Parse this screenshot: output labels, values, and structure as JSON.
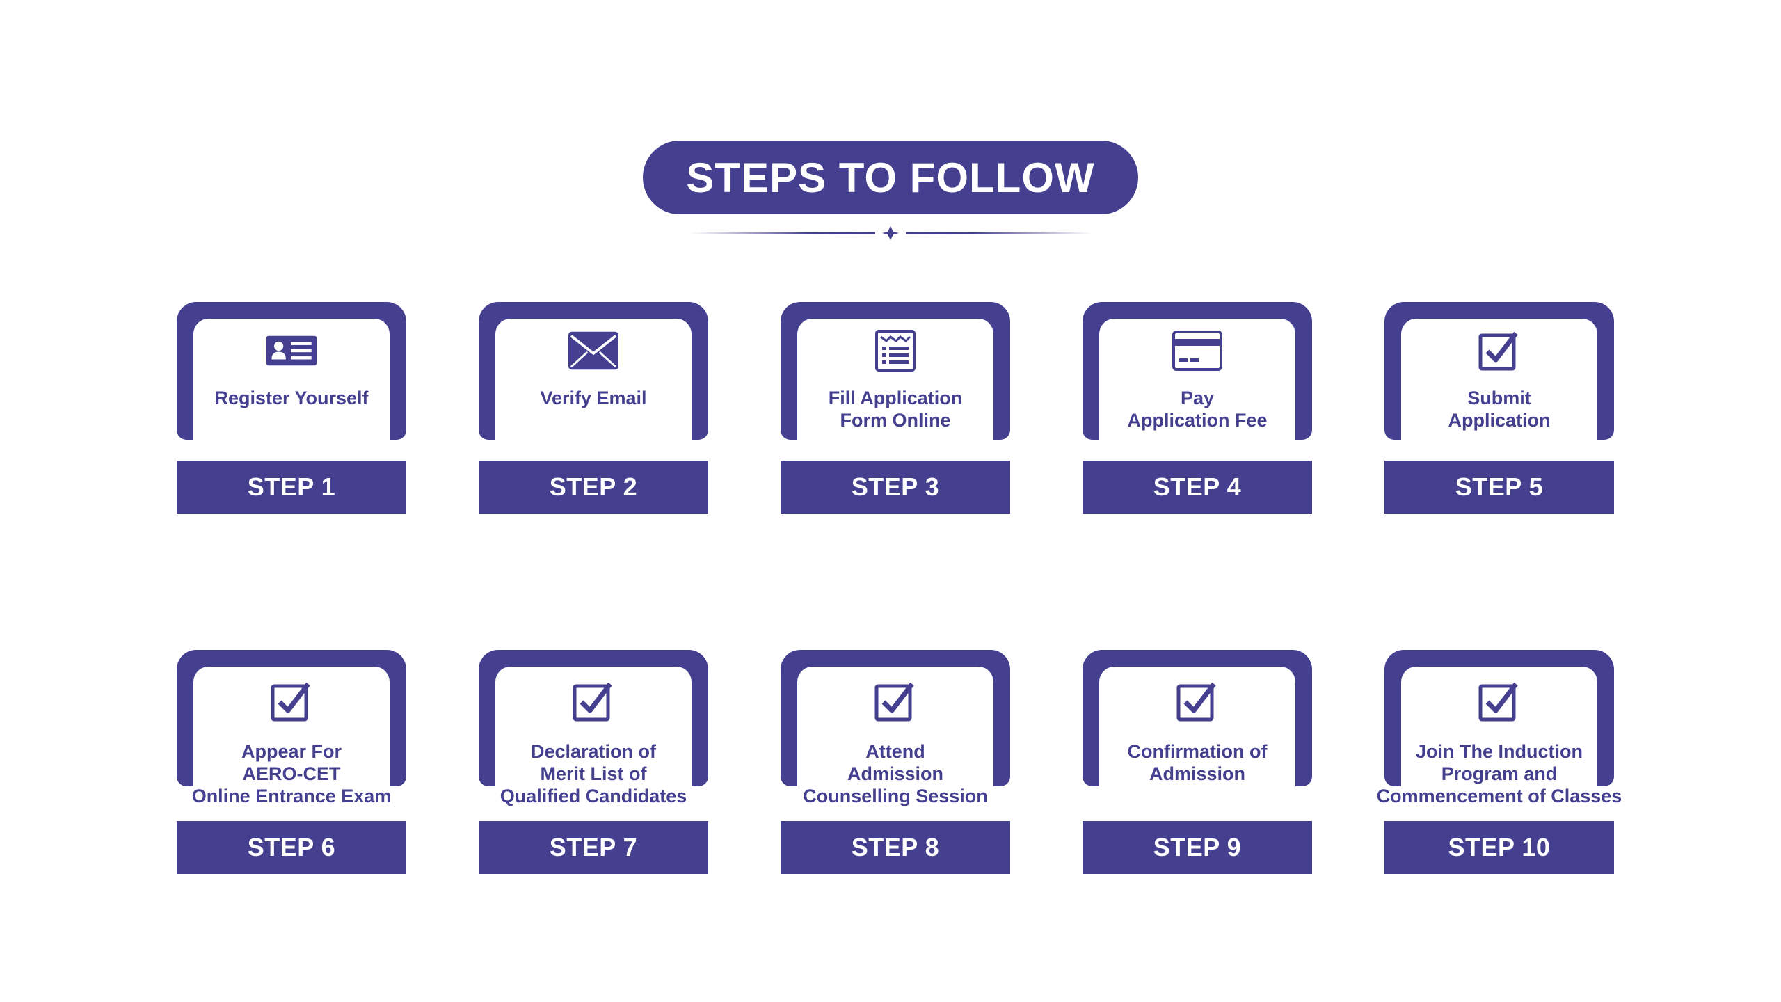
{
  "title": "STEPS TO FOLLOW",
  "colors": {
    "primary": "#443f8e",
    "background": "#ffffff"
  },
  "steps": [
    {
      "step": "STEP 1",
      "text": "Register Yourself",
      "icon": "id-card-icon"
    },
    {
      "step": "STEP 2",
      "text": "Verify Email",
      "icon": "envelope-icon"
    },
    {
      "step": "STEP 3",
      "text": "Fill Application\nForm Online",
      "icon": "form-icon"
    },
    {
      "step": "STEP 4",
      "text": "Pay\nApplication Fee",
      "icon": "credit-card-icon"
    },
    {
      "step": "STEP 5",
      "text": "Submit\nApplication",
      "icon": "checkbox-icon"
    },
    {
      "step": "STEP 6",
      "text": "Appear For\nAERO-CET\nOnline Entrance Exam",
      "icon": "checkbox-icon"
    },
    {
      "step": "STEP 7",
      "text": "Declaration of\nMerit List of\nQualified Candidates",
      "icon": "checkbox-icon"
    },
    {
      "step": "STEP 8",
      "text": "Attend\nAdmission\nCounselling Session",
      "icon": "checkbox-icon"
    },
    {
      "step": "STEP 9",
      "text": "Confirmation of\nAdmission",
      "icon": "checkbox-icon"
    },
    {
      "step": "STEP 10",
      "text": "Join The Induction\nProgram and\nCommencement of Classes",
      "icon": "checkbox-icon"
    }
  ]
}
